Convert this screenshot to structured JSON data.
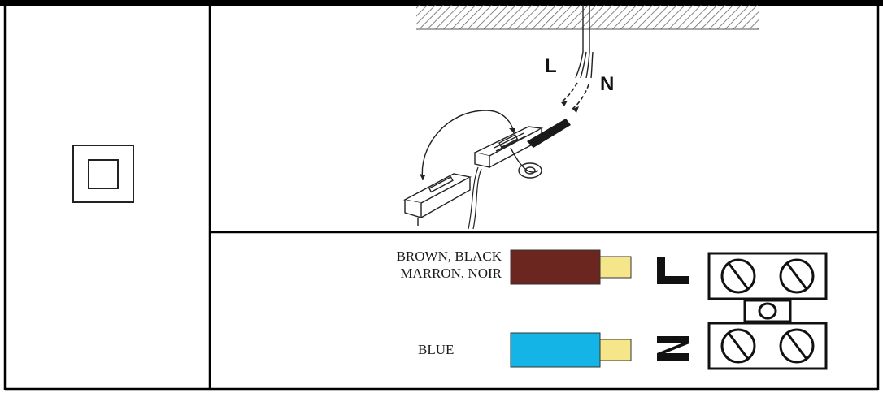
{
  "diagram": {
    "top_panel": {
      "live_letter": "L",
      "neutral_letter": "N"
    },
    "bottom_panel": {
      "brown_wire": {
        "label_line1": "BROWN, BLACK",
        "label_line2": "MARRON, NOIR",
        "color": "#6b2620"
      },
      "blue_wire": {
        "label": "BLUE",
        "color": "#14b4e6"
      },
      "conductor_color": "#f5e68a",
      "terminal_live_symbol": "L",
      "terminal_neutral_symbol": "N"
    }
  }
}
